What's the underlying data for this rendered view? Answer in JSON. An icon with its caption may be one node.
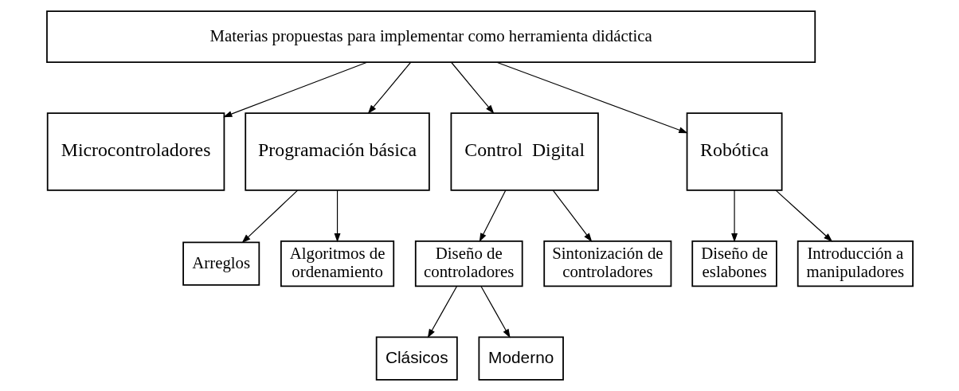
{
  "diagram": {
    "nodes": [
      {
        "text": [
          "Materias propuestas para implementar como herramienta didáctica"
        ]
      },
      {
        "text": [
          "Microcontroladores"
        ]
      },
      {
        "text": [
          "Programación básica"
        ]
      },
      {
        "text": [
          "Control  Digital"
        ]
      },
      {
        "text": [
          "Robótica"
        ]
      },
      {
        "text": [
          "Arreglos"
        ]
      },
      {
        "text": [
          "Algoritmos de ordenamiento"
        ]
      },
      {
        "text": [
          "Diseño de controladores"
        ]
      },
      {
        "text": [
          "Sintonización de controladores"
        ]
      },
      {
        "text": [
          "Diseño de eslabones"
        ]
      },
      {
        "text": [
          "Introducción a manipuladores"
        ]
      },
      {
        "text": [
          "Clásicos"
        ]
      },
      {
        "text": [
          "Moderno"
        ]
      }
    ],
    "edges": [
      {
        "from": 0,
        "to": 1,
        "arrow": "to"
      },
      {
        "from": 0,
        "to": 2,
        "arrow": "to"
      },
      {
        "from": 0,
        "to": 3,
        "arrow": "to"
      },
      {
        "from": 0,
        "to": 4,
        "arrow": "to"
      },
      {
        "from": 2,
        "to": 5,
        "arrow": "to"
      },
      {
        "from": 2,
        "to": 6,
        "arrow": "to"
      },
      {
        "from": 3,
        "to": 7,
        "arrow": "to"
      },
      {
        "from": 3,
        "to": 8,
        "arrow": "to"
      },
      {
        "from": 4,
        "to": 9,
        "arrow": "to"
      },
      {
        "from": 4,
        "to": 10,
        "arrow": "to"
      },
      {
        "from": 7,
        "to": 11,
        "arrow": "to"
      },
      {
        "from": 7,
        "to": 12,
        "arrow": "to"
      }
    ]
  }
}
